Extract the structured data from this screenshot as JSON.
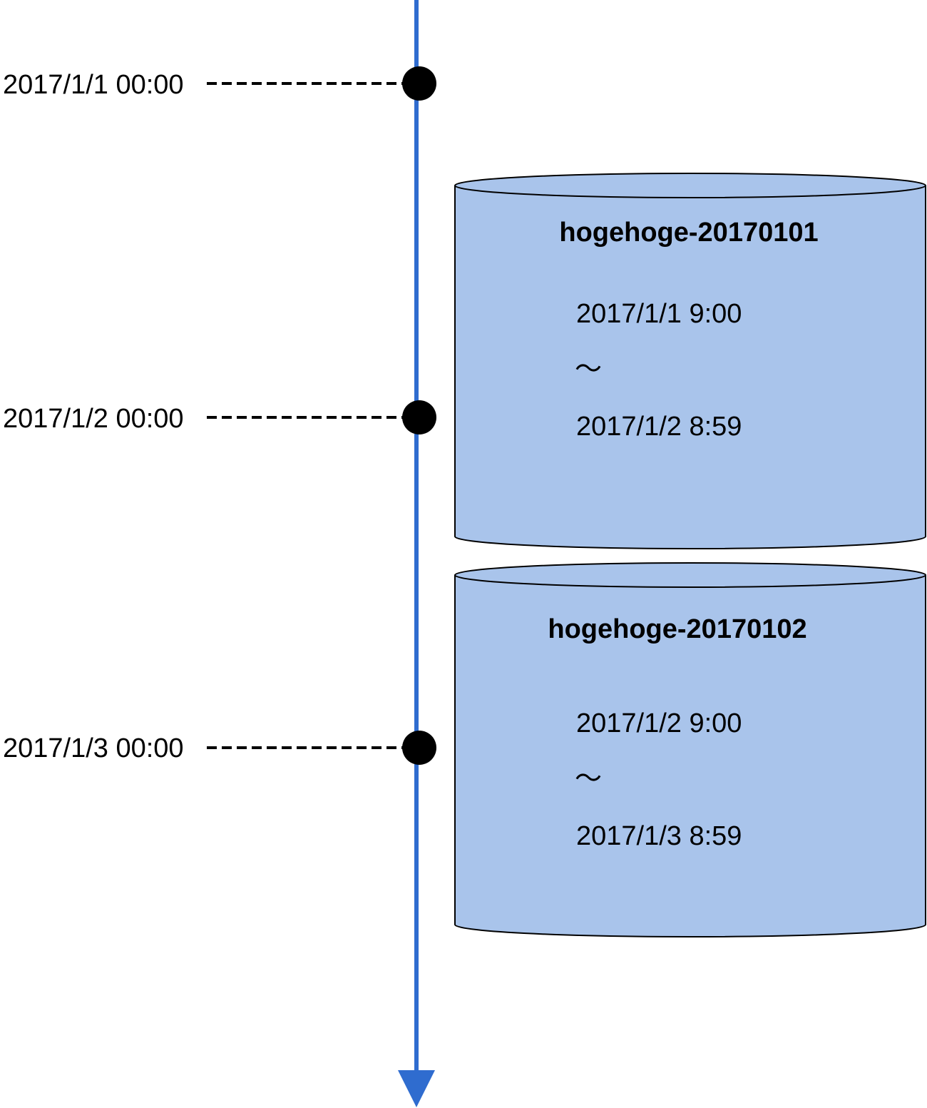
{
  "colors": {
    "timeline": "#2f6ccf",
    "cylinder_fill": "#a9c4eb",
    "cylinder_stroke": "#000000",
    "marker": "#000000"
  },
  "timeline": {
    "ticks": [
      {
        "label": "2017/1/1 00:00"
      },
      {
        "label": "2017/1/2 00:00"
      },
      {
        "label": "2017/1/3 00:00"
      }
    ]
  },
  "databases": [
    {
      "name": "hogehoge-20170101",
      "range_start": "2017/1/1 9:00",
      "range_sep": "～",
      "range_end": "2017/1/2 8:59"
    },
    {
      "name": "hogehoge-20170102",
      "range_start": "2017/1/2 9:00",
      "range_sep": "～",
      "range_end": "2017/1/3 8:59"
    }
  ]
}
